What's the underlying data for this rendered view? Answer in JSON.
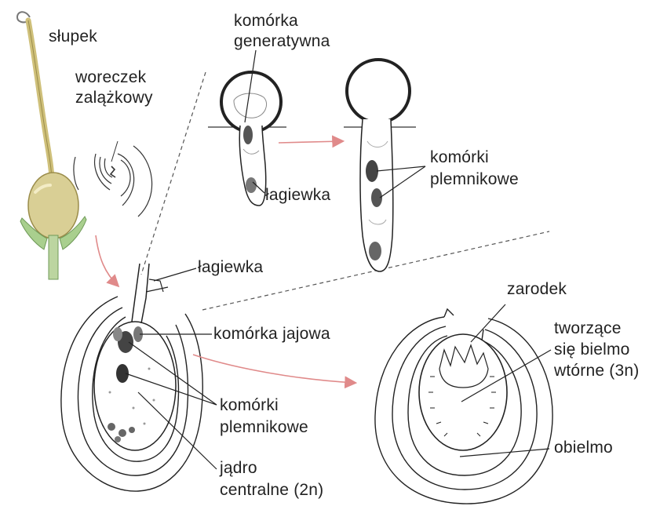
{
  "labels": {
    "slupek": "słupek",
    "woreczek_line1": "woreczek",
    "woreczek_line2": "zalążkowy",
    "komorka_gen_line1": "komórka",
    "komorka_gen_line2": "generatywna",
    "lagiewka_top": "łagiewka",
    "komorki_plemnikowe_top_line1": "komórki",
    "komorki_plemnikowe_top_line2": "plemnikowe",
    "lagiewka_mid": "łagiewka",
    "komorka_jajowa": "komórka jajowa",
    "komorki_plemnikowe_bottom_line1": "komórki",
    "komorki_plemnikowe_bottom_line2": "plemnikowe",
    "jadro_line1": "jądro",
    "jadro_line2": "centralne (2n)",
    "zarodek": "zarodek",
    "tworzace_line1": "tworzące",
    "tworzace_line2": "się bielmo",
    "tworzace_line3": "wtórne (3n)",
    "bielmo": "obielmo"
  },
  "colors": {
    "ink": "#222222",
    "arrow": "#e08a8a",
    "pistil_ovary": "#d9cf95",
    "pistil_stalk": "#bcd5a0",
    "sepal": "#a9cf8e",
    "style_tube": "#cfc07a"
  }
}
